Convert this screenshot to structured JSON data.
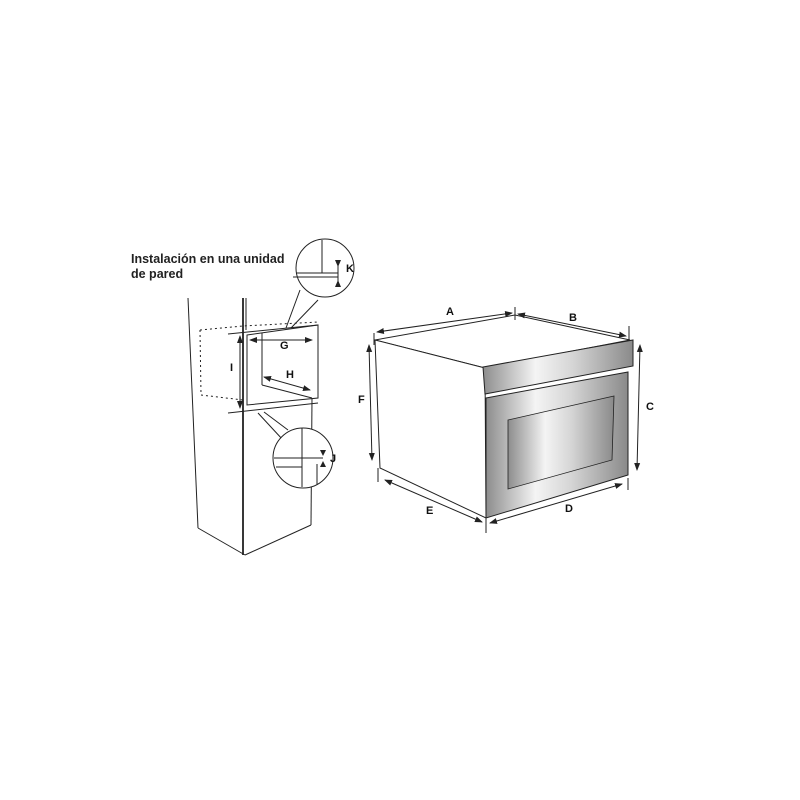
{
  "diagram": {
    "title_line1": "Instalación en una unidad",
    "title_line2": "de pared",
    "cabinet_labels": {
      "G": "G",
      "H": "H",
      "I": "I",
      "J": "J",
      "K": "K"
    },
    "oven_labels": {
      "A": "A",
      "B": "B",
      "C": "C",
      "D": "D",
      "E": "E",
      "F": "F"
    },
    "colors": {
      "line": "#222222",
      "steel_light": "#f2f2f2",
      "steel_dark": "#9a9a9a"
    }
  }
}
